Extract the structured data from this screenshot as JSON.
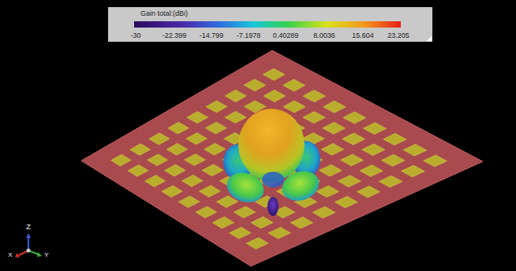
{
  "diagram": {
    "labels": [
      "Gain total:(dBi)",
      "-30",
      "-22.399",
      "-14.799",
      "-7.1978",
      "0.40289",
      "8.0036",
      "15.604",
      "23.205",
      "Z",
      "X",
      "Y"
    ]
  }
}
